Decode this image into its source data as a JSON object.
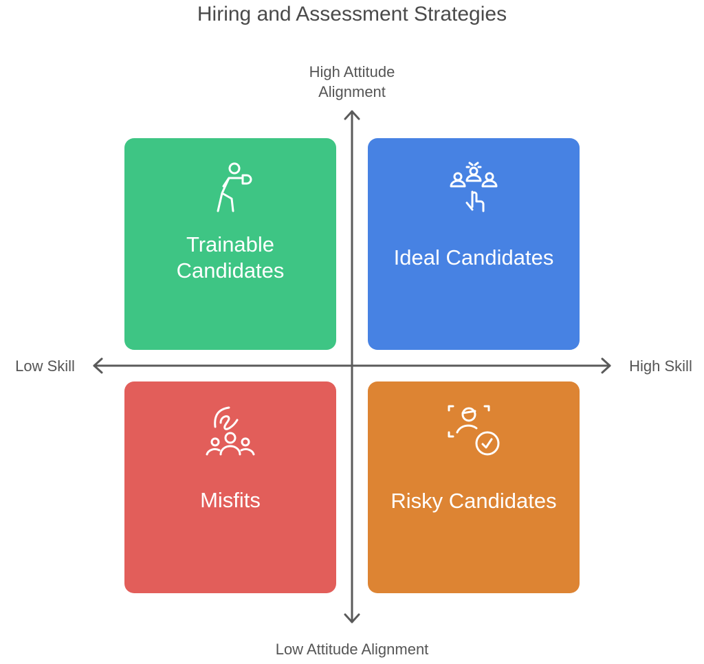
{
  "title": "Hiring and Assessment Strategies",
  "axes": {
    "y_top": "High Attitude Alignment",
    "y_bottom": "Low Attitude Alignment",
    "x_left": "Low Skill",
    "x_right": "High Skill"
  },
  "quadrants": [
    {
      "label": "Trainable Candidates",
      "icon": "boxer-person-icon",
      "color": "#3EC584"
    },
    {
      "label": "Ideal Candidates",
      "icon": "select-person-from-group-icon",
      "color": "#4782E3"
    },
    {
      "label": "Misfits",
      "icon": "hand-over-group-icon",
      "color": "#E25E5A"
    },
    {
      "label": "Risky Candidates",
      "icon": "face-scan-check-icon",
      "color": "#DD8433"
    }
  ]
}
